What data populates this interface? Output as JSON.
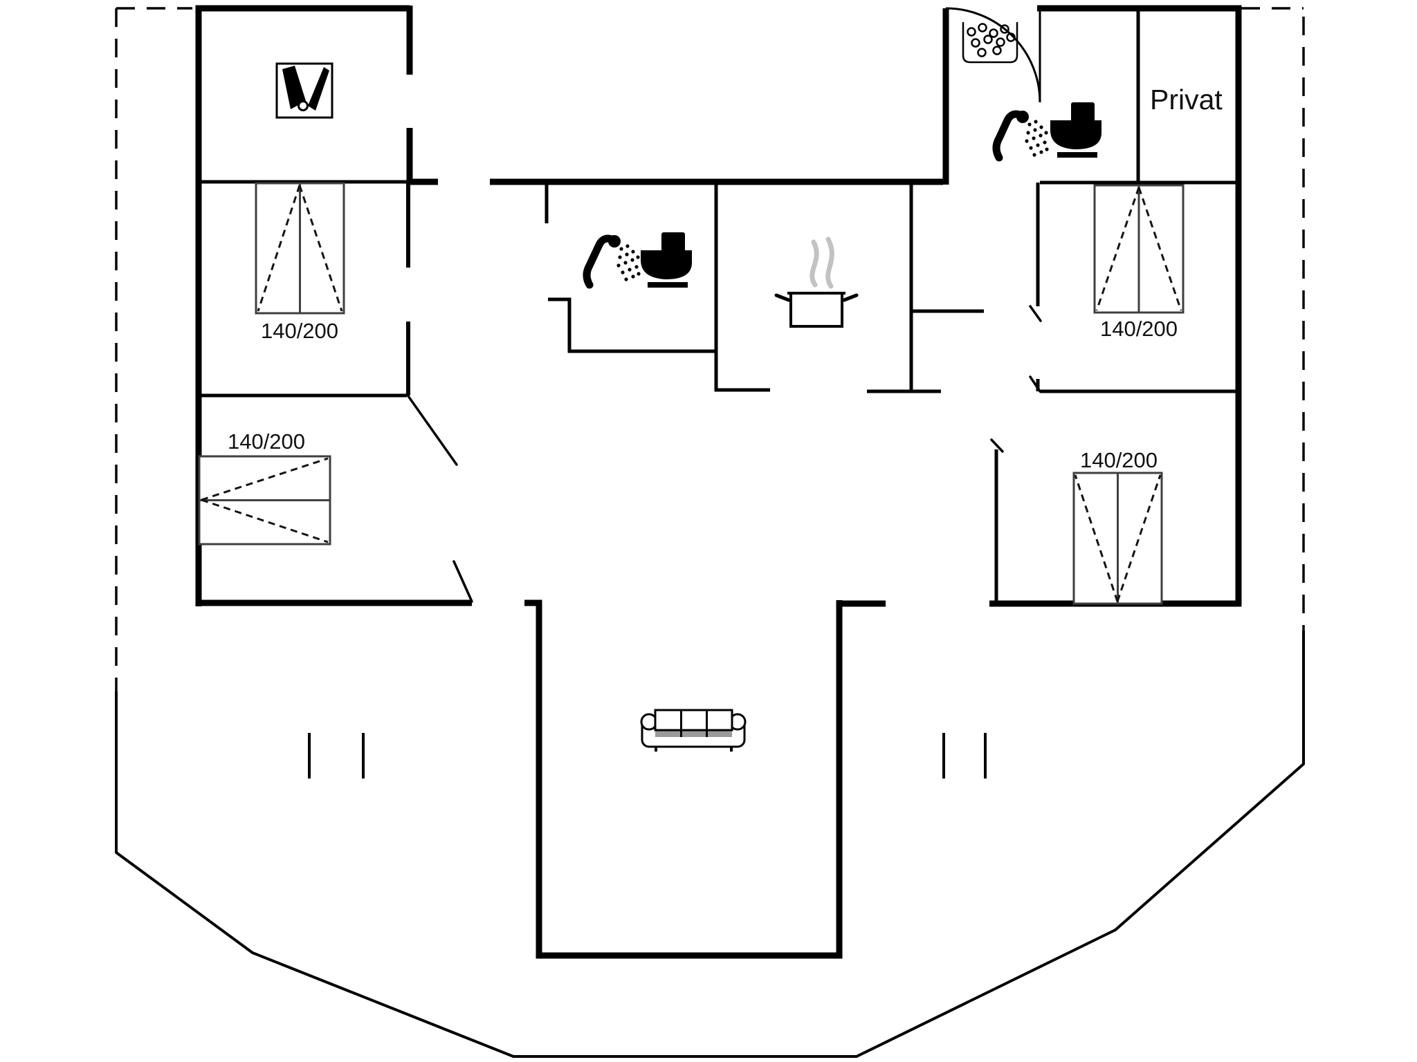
{
  "colors": {
    "wall": "#000000",
    "background": "#ffffff",
    "steam": "#c2c2c2",
    "sofa_seat": "#9a9a9a"
  },
  "labels": {
    "private_room": "Privat"
  },
  "beds": [
    {
      "size": "140/200"
    },
    {
      "size": "140/200"
    },
    {
      "size": "140/200"
    },
    {
      "size": "140/200"
    }
  ],
  "icons": [
    "vacuum-cleaner-icon",
    "washing-machine-icon",
    "shower-icon",
    "toilet-icon",
    "cooking-pot-icon",
    "steam-icon",
    "sofa-icon"
  ]
}
